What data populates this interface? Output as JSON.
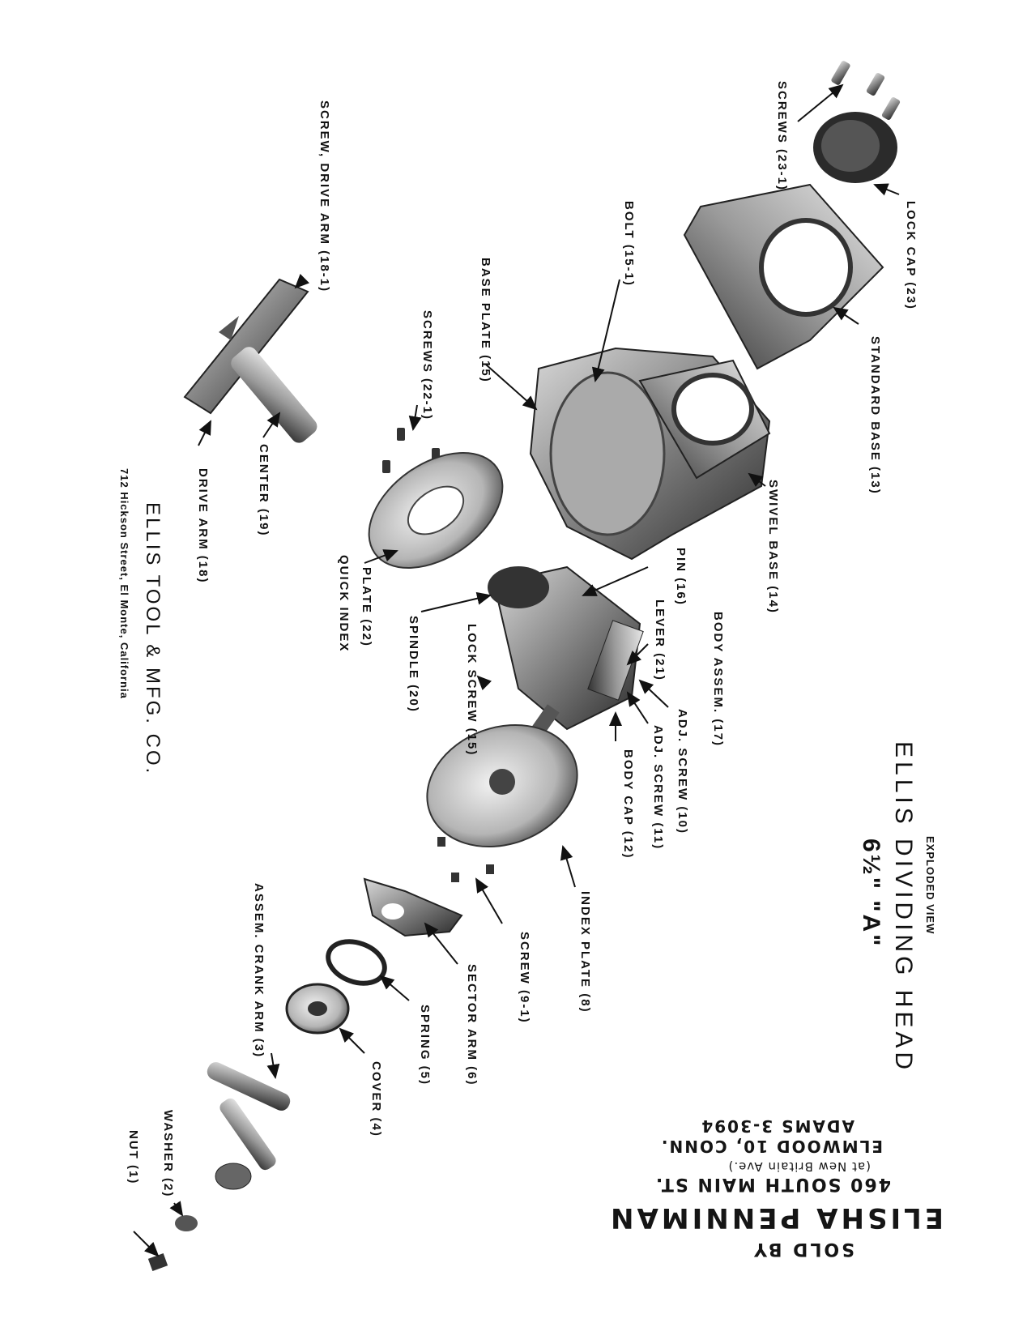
{
  "title": {
    "exploded_view": "EXPLODED VIEW",
    "main": "ELLIS DIVIDING HEAD",
    "model": "6½\" \"A\""
  },
  "company": {
    "name": "ELLIS TOOL & MFG. CO.",
    "address": "712 Hickson Street, El Monte, California"
  },
  "stamp": {
    "sold_by": "SOLD BY",
    "dealer": "ELISHA PENNIMAN",
    "street": "460 SOUTH MAIN ST.",
    "cross_street": "(at New Britain Ave.)",
    "city": "ELMWOOD 10, CONN.",
    "phone": "ADAMS 3-3094"
  },
  "parts": [
    {
      "id": "screws-23-1",
      "label": "SCREWS (23-1)"
    },
    {
      "id": "lock-cap-23",
      "label": "LOCK CAP (23)"
    },
    {
      "id": "standard-base-13",
      "label": "STANDARD BASE (13)"
    },
    {
      "id": "bolt-15-1",
      "label": "BOLT (15-1)"
    },
    {
      "id": "base-plate-15",
      "label": "BASE PLATE (15)"
    },
    {
      "id": "swivel-base-14",
      "label": "SWIVEL BASE (14)"
    },
    {
      "id": "screw-drive-arm-18-1",
      "label": "SCREW, DRIVE ARM (18-1)"
    },
    {
      "id": "screws-22-1",
      "label": "SCREWS (22-1)"
    },
    {
      "id": "center-19",
      "label": "CENTER (19)"
    },
    {
      "id": "drive-arm-18",
      "label": "DRIVE ARM (18)"
    },
    {
      "id": "plate-22",
      "label": "PLATE (22)"
    },
    {
      "id": "quick-index",
      "label": "QUICK INDEX"
    },
    {
      "id": "spindle-20",
      "label": "SPINDLE (20)"
    },
    {
      "id": "pin-16",
      "label": "PIN (16)"
    },
    {
      "id": "lever-21",
      "label": "LEVER (21)"
    },
    {
      "id": "body-assem-17",
      "label": "BODY ASSEM. (17)"
    },
    {
      "id": "lock-screw-15",
      "label": "LOCK SCREW (15)"
    },
    {
      "id": "adj-screw-10",
      "label": "ADJ. SCREW (10)"
    },
    {
      "id": "adj-screw-11",
      "label": "ADJ. SCREW (11)"
    },
    {
      "id": "body-cap-12",
      "label": "BODY CAP (12)"
    },
    {
      "id": "index-plate-8",
      "label": "INDEX PLATE (8)"
    },
    {
      "id": "screw-9-1",
      "label": "SCREW (9-1)"
    },
    {
      "id": "sector-arm-6",
      "label": "SECTOR ARM (6)"
    },
    {
      "id": "spring-5",
      "label": "SPRING (5)"
    },
    {
      "id": "cover-4",
      "label": "COVER (4)"
    },
    {
      "id": "assem-crank-arm-3",
      "label": "ASSEM. CRANK ARM (3)"
    },
    {
      "id": "washer-2",
      "label": "WASHER (2)"
    },
    {
      "id": "nut-1",
      "label": "NUT (1)"
    }
  ]
}
